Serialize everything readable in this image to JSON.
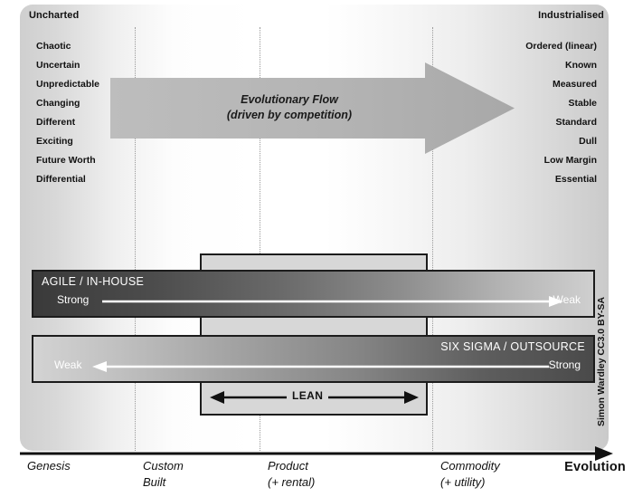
{
  "diagram": {
    "title": "Wardley Map Evolution Axis",
    "attribution": "Simon Wardley CC3.0 BY-SA"
  },
  "axis": {
    "name_label": "Evolution",
    "stages": [
      {
        "line1": "Genesis",
        "line2": ""
      },
      {
        "line1": "Custom",
        "line2": "Built"
      },
      {
        "line1": "Product",
        "line2": "(+ rental)"
      },
      {
        "line1": "Commodity",
        "line2": "(+ utility)"
      }
    ]
  },
  "left_column": {
    "heading": "Uncharted",
    "attributes": [
      "Chaotic",
      "Uncertain",
      "Unpredictable",
      "Changing",
      "Different",
      "Exciting",
      "Future Worth",
      "Differential"
    ]
  },
  "right_column": {
    "heading": "Industrialised",
    "attributes": [
      "Ordered (linear)",
      "Known",
      "Measured",
      "Stable",
      "Standard",
      "Dull",
      "Low Margin",
      "Essential"
    ]
  },
  "flow": {
    "line1": "Evolutionary Flow",
    "line2": "(driven by competition)"
  },
  "lean": {
    "label": "LEAN"
  },
  "bars": [
    {
      "id": "agile",
      "title": "AGILE / IN-HOUSE",
      "left_end": "Strong",
      "right_end": "Weak"
    },
    {
      "id": "six-sigma",
      "title": "SIX  SIGMA / OUTSOURCE",
      "left_end": "Weak",
      "right_end": "Strong"
    }
  ],
  "colors": {
    "panel_light": "#ffffff",
    "panel_edge": "#cacaca",
    "bar_dark": "#3a3a3a",
    "bar_light": "#d3d3d3",
    "lean_fill": "#d7d7d7",
    "outline": "#1c1c1c",
    "text": "#111111",
    "text_inverse": "#ffffff"
  }
}
